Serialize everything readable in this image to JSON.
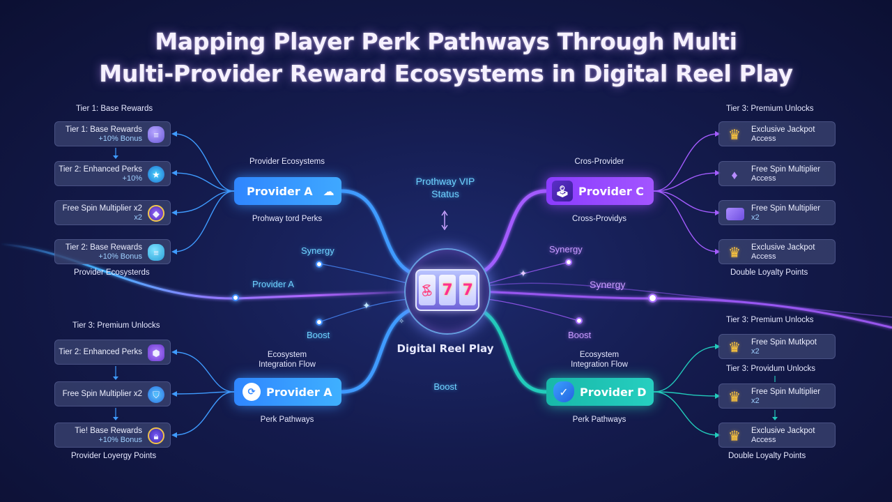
{
  "title": {
    "line1": "Mapping Player Perk Pathways Through Multi",
    "line2": "Multi-Provider Reward Ecosystems in Digital Reel Play"
  },
  "hub": {
    "label": "Digital Reel Play",
    "status": "Prothway VIP\nStatus",
    "boost": "Boost"
  },
  "left_top": {
    "header": "Tier 1: Base Rewards",
    "footer": "Provider Ecosysterds",
    "cards": [
      {
        "title": "Tier 1: Base Rewards",
        "sub": "+10% Bonus",
        "icon": "coin-stack-icon"
      },
      {
        "title": "Tier 2: Enhanced Perks",
        "sub": "+10%",
        "icon": "star-icon"
      },
      {
        "title": "Free Spin Multiplier x2",
        "sub": "x2",
        "icon": "badge-icon"
      },
      {
        "title": "Tier 2: Base Rewards",
        "sub": "+10% Bonus",
        "icon": "coin-stack-icon"
      }
    ]
  },
  "left_bottom": {
    "header": "Tier 3: Premium Unlocks",
    "footer": "Provider Loyergy Points",
    "cards": [
      {
        "title": "Tier 2: Enhanced Perks",
        "sub": "",
        "icon": "hex-badge-icon"
      },
      {
        "title": "Free Spin Multiplier x2",
        "sub": "",
        "icon": "shield-icon"
      },
      {
        "title": "Tie! Base Rewards",
        "sub": "+10% Bonus",
        "icon": "lock-icon"
      }
    ]
  },
  "right_top": {
    "header": "Tier 3: Premium Unlocks",
    "footer": "Double Loyalty Points",
    "cards": [
      {
        "title": "Exclusive Jackpot",
        "sub": "Access",
        "icon": "crown-icon"
      },
      {
        "title": "Free Spin Multiplier",
        "sub": "Access",
        "icon": "gem-icon"
      },
      {
        "title": "Free Spin Multiplier",
        "sub": "x2",
        "icon": "ticket-icon"
      },
      {
        "title": "Exclusive Jackpot",
        "sub": "Access",
        "icon": "crown-icon"
      }
    ]
  },
  "right_bottom": {
    "header": "Tier 3: Premium Unlocks",
    "mid_header": "Tier 3: Providum Unlocks",
    "footer": "Double Loyalty Points",
    "cards": [
      {
        "title": "Free Spin Mutkpot",
        "sub": "x2",
        "icon": "crown-icon"
      },
      {
        "title": "Free Spin Multiplier",
        "sub": "x2",
        "icon": "crown-icon"
      },
      {
        "title": "Exclusive Jackpot",
        "sub": "Access",
        "icon": "crown-icon"
      }
    ]
  },
  "providers": {
    "a_top": {
      "label": "Provider A",
      "caption_top": "Provider Ecosystems",
      "caption_bottom": "Prohway tord Perks",
      "icon": "cloud-rain-icon"
    },
    "c": {
      "label": "Provider C",
      "caption_top": "Cros-Provider",
      "caption_bottom": "Cross-Providys",
      "icon": "joystick-icon"
    },
    "a_bottom": {
      "label": "Provider A",
      "caption_top": "Ecosystem\nIntegration Flow",
      "caption_bottom": "Perk Pathways",
      "icon": "lock-refresh-icon"
    },
    "d": {
      "label": "Provider D",
      "caption_top": "Ecosystem\nIntegration Flow",
      "caption_bottom": "Perk Pathways",
      "icon": "shield-check-icon"
    }
  },
  "flow_labels": {
    "synergy_left": "Synergy",
    "boost_left": "Boost",
    "provider_a_line": "Provider A",
    "synergy_right_top": "Synergy",
    "synergy_right": "Synergy",
    "boost_right": "Boost"
  },
  "colors": {
    "blue": "#3f9bff",
    "purple": "#a35cff",
    "teal": "#22cbbb",
    "background": "#141b4d"
  }
}
